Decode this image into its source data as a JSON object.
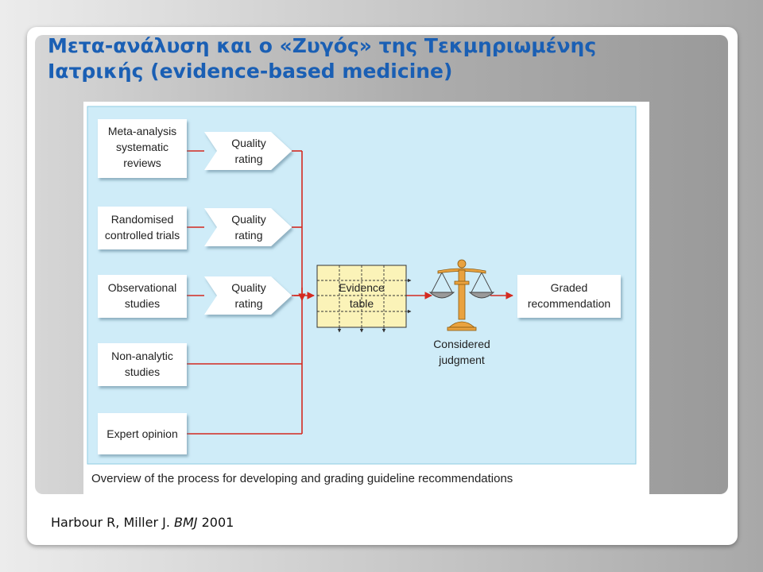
{
  "slide": {
    "title_line1": "Μετα-ανάλυση και ο «Ζυγός» της Τεκμηριωμένης",
    "title_line2": "Ιατρικής (evidence-based medicine)",
    "citation": {
      "authors": "Harbour R, Miller J. ",
      "journal": "BMJ",
      "year": " 2001"
    }
  },
  "diagram": {
    "caption": "Overview of the process for developing and grading guideline recommendations",
    "sources": [
      {
        "lines": [
          "Meta-analysis",
          "systematic",
          "reviews"
        ]
      },
      {
        "lines": [
          "Randomised",
          "controlled trials"
        ]
      },
      {
        "lines": [
          "Observational",
          "studies"
        ]
      },
      {
        "lines": [
          "Non-analytic",
          "studies"
        ]
      },
      {
        "lines": [
          "Expert opinion"
        ]
      }
    ],
    "quality": [
      "Quality",
      "rating"
    ],
    "evidence_table": [
      "Evidence",
      "table"
    ],
    "judgment": [
      "Considered",
      "judgment"
    ],
    "recommendation": [
      "Graded",
      "recommendation"
    ],
    "colors": {
      "panel": "#cfecf8",
      "panel_border": "#8fcbe2",
      "connector": "#d42a20",
      "table_fill": "#fbf3b8",
      "scale": "#e9a23f"
    }
  }
}
